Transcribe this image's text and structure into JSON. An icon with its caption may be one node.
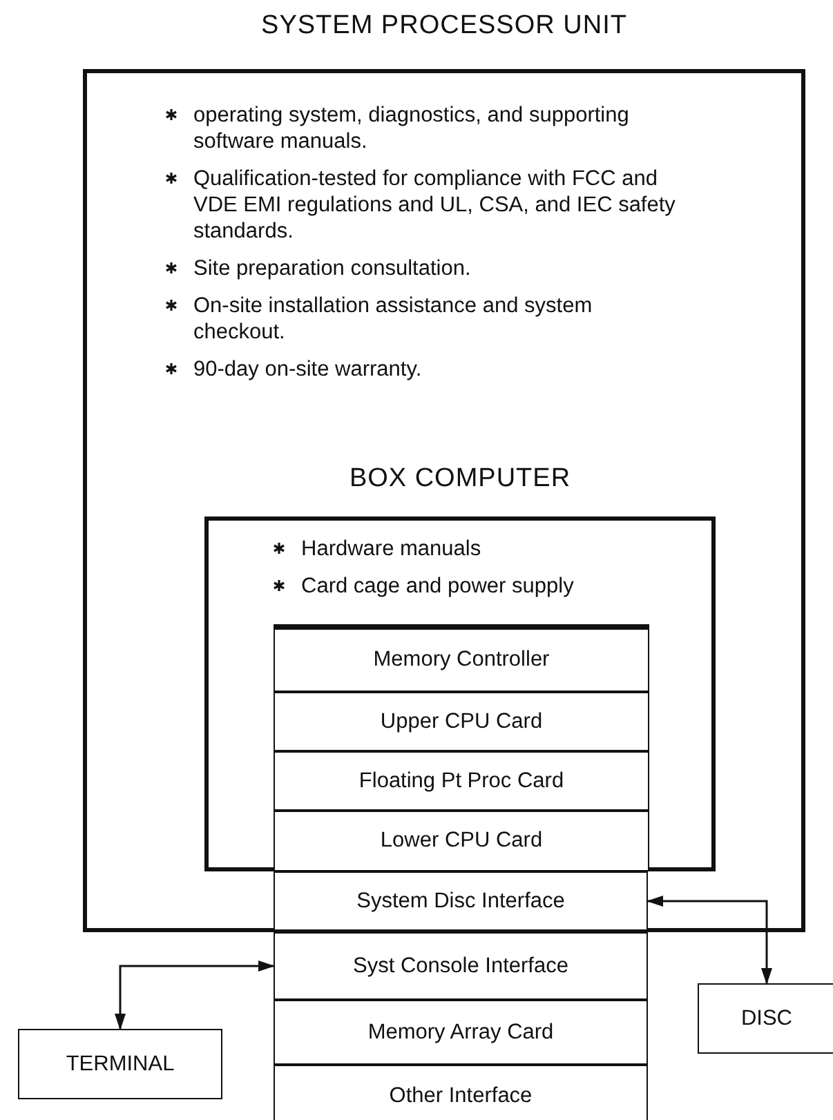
{
  "diagram": {
    "nodes": [
      {
        "text": [
          "SYSTEM PROCESSOR UNIT",
          "operating system, diagnostics, and supporting software manuals.",
          "Qualification-tested for compliance with FCC and VDE EMI regulations and UL, CSA, and IEC safety standards.",
          "Site preparation consultation.",
          "On-site installation assistance and system checkout.",
          "90-day on-site warranty."
        ]
      },
      {
        "text": [
          "BOX COMPUTER",
          "Hardware manuals",
          "Card cage and power supply"
        ],
        "in": 0
      },
      {
        "text": [],
        "shape": "box",
        "in": 1
      },
      {
        "text": [
          "Memory Controller"
        ],
        "in": 2
      },
      {
        "text": [
          "Upper CPU Card"
        ],
        "in": 2
      },
      {
        "text": [
          "Floating Pt Proc Card"
        ],
        "in": 2
      },
      {
        "text": [
          "Lower CPU Card"
        ],
        "in": 2
      },
      {
        "text": [
          "System Disc Interface"
        ],
        "in": 0
      },
      {
        "text": [
          "Syst Console Interface"
        ]
      },
      {
        "text": [
          "Memory Array Card"
        ]
      },
      {
        "text": [
          "Other Interface"
        ]
      },
      {
        "text": [
          "TERMINAL"
        ]
      },
      {
        "text": [
          "DISC"
        ]
      }
    ],
    "edges": [
      {
        "from": 7,
        "to": 12,
        "arrow": "both"
      },
      {
        "from": 8,
        "to": 11,
        "arrow": "both"
      }
    ]
  }
}
